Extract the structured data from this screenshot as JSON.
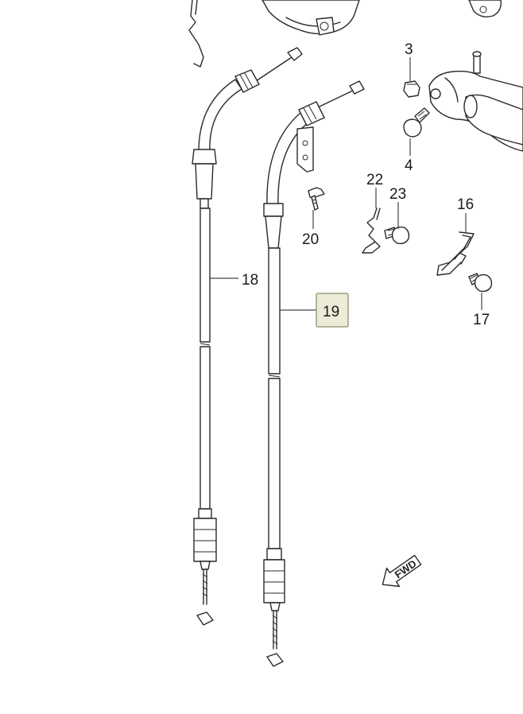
{
  "diagram": {
    "highlight_color": "#ecebd6",
    "direction_marker": {
      "text": "FWD",
      "icon": "forward-arrow-icon"
    },
    "callouts": {
      "p3": "3",
      "p4": "4",
      "p16": "16",
      "p17": "17",
      "p18": "18",
      "p19": "19",
      "p20": "20",
      "p22": "22",
      "p23": "23"
    },
    "highlighted_callout": "19"
  }
}
